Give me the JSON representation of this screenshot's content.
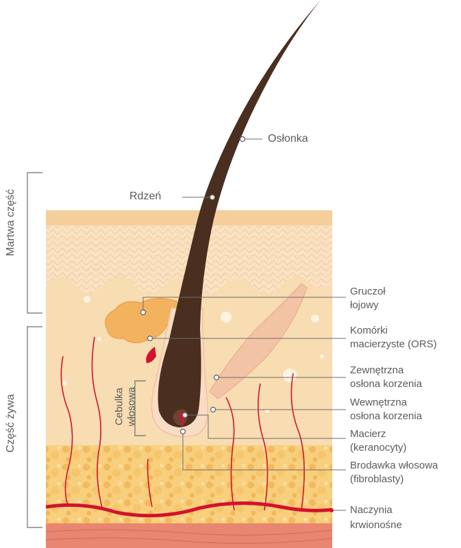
{
  "labels": {
    "oslonka": "Osłonka",
    "rdzen": "Rdzeń",
    "gruczol": [
      "Gruczoł",
      "łojowy"
    ],
    "komorki": [
      "Komórki",
      "macierzyste (ORS)"
    ],
    "zewnetrzna": [
      "Zewnętrzna",
      "osłona korzenia"
    ],
    "wewnetrzna": [
      "Wewnętrzna",
      "osłona korzenia"
    ],
    "macierz": [
      "Macierz",
      "(keranocyty)"
    ],
    "brodawka": [
      "Brodawka włosowa",
      "(fibroblasty)"
    ],
    "naczynia": [
      "Naczynia",
      "krwionośne"
    ],
    "martwa": "Martwa część",
    "zywa": "Część żywa",
    "cebulka": [
      "Cebulka",
      "włosowa"
    ]
  },
  "colors": {
    "hair": "#4a2e1f",
    "skin_top": "#f8ddb6",
    "dermis": "#f7d9ad",
    "fat": "#f6c46e",
    "blood": "#d2122e",
    "muscle": "#f3c3a6",
    "text": "#5b5b5b",
    "line": "#6d6d6d"
  }
}
